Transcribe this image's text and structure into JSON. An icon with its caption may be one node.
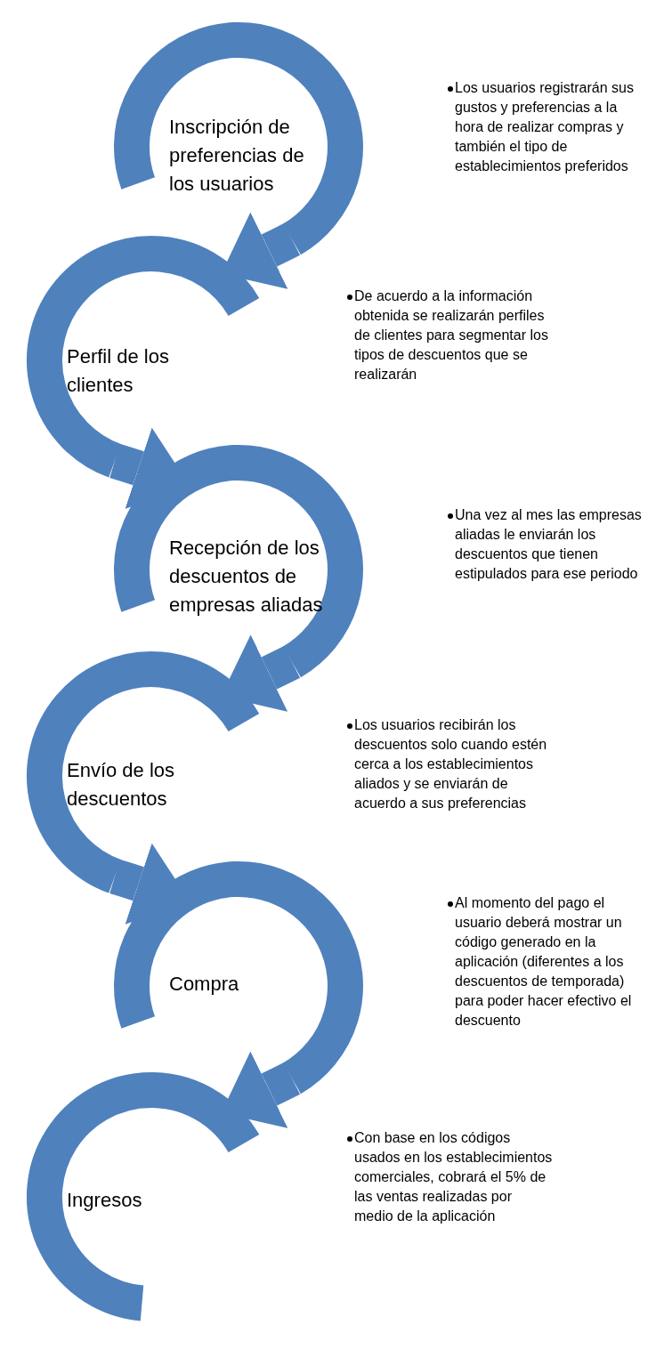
{
  "diagram": {
    "nodes": [
      {
        "text": [
          "Inscripción de preferencias de los usuarios"
        ]
      },
      {
        "text": [
          "Perfil de los clientes"
        ]
      },
      {
        "text": [
          "Recepción de los descuentos de empresas aliadas"
        ]
      },
      {
        "text": [
          "Envío de los descuentos"
        ]
      },
      {
        "text": [
          "Compra"
        ]
      },
      {
        "text": [
          "Ingresos"
        ]
      }
    ],
    "edges": [
      {
        "from": 0,
        "to": 1,
        "arrow": "to"
      },
      {
        "from": 1,
        "to": 2,
        "arrow": "to"
      },
      {
        "from": 2,
        "to": 3,
        "arrow": "to"
      },
      {
        "from": 3,
        "to": 4,
        "arrow": "to"
      },
      {
        "from": 4,
        "to": 5,
        "arrow": "to"
      }
    ],
    "labels": [
      "Los usuarios registrarán sus gustos y preferencias a la hora de realizar compras y también el tipo de establecimientos preferidos",
      "De acuerdo a la información obtenida se realizarán perfiles de clientes para segmentar los tipos de descuentos que se realizarán",
      "Una vez al mes las empresas aliadas le enviarán los descuentos que tienen estipulados para ese periodo",
      "Los usuarios recibirán los descuentos solo cuando estén cerca a los establecimientos aliados y se enviarán de acuerdo a sus preferencias",
      "Al momento del pago el usuario deberá mostrar un código generado en la aplicación (diferentes a los descuentos de temporada) para poder hacer efectivo el descuento",
      "Con base en los códigos usados en los establecimientos comerciales, cobrará el 5% de las ventas realizadas por medio de la aplicación"
    ]
  }
}
